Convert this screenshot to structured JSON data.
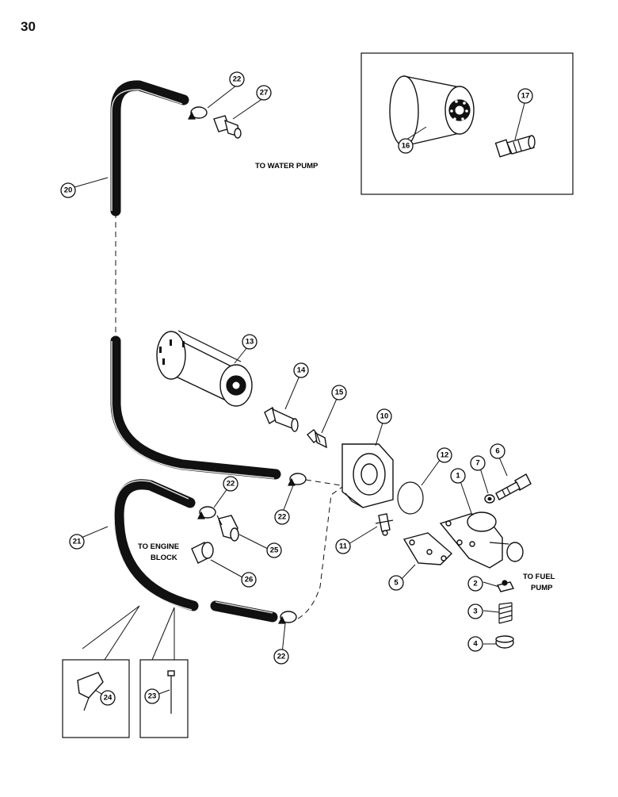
{
  "page": {
    "number": "30"
  },
  "notes": {
    "to_water_pump": "TO WATER PUMP",
    "to_engine_block_line1": "TO ENGINE",
    "to_engine_block_line2": "BLOCK",
    "to_fuel_pump_line1": "TO FUEL",
    "to_fuel_pump_line2": "PUMP"
  },
  "callouts": {
    "c1": "1",
    "c2": "2",
    "c3": "3",
    "c4": "4",
    "c5": "5",
    "c6": "6",
    "c7": "7",
    "c10": "10",
    "c11": "11",
    "c12": "12",
    "c13": "13",
    "c14": "14",
    "c15": "15",
    "c16": "16",
    "c17": "17",
    "c20": "20",
    "c21": "21",
    "c22a": "22",
    "c22b": "22",
    "c22c": "22",
    "c22d": "22",
    "c23": "23",
    "c24": "24",
    "c25": "25",
    "c26": "26",
    "c27": "27"
  },
  "colors": {
    "ink": "#111111",
    "paper": "#ffffff"
  }
}
